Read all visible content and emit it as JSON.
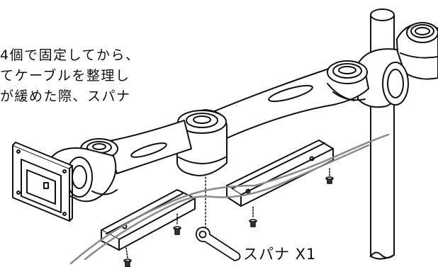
{
  "instruction_text": {
    "lines": [
      "4個で固定してから、",
      "てケーブルを整理し",
      "が緩めた際、スパナ"
    ]
  },
  "labels": {
    "spanner": "スパナ X1"
  },
  "colors": {
    "ink": "#111111",
    "cable": "#8a8a8a",
    "background": "#ffffff"
  }
}
